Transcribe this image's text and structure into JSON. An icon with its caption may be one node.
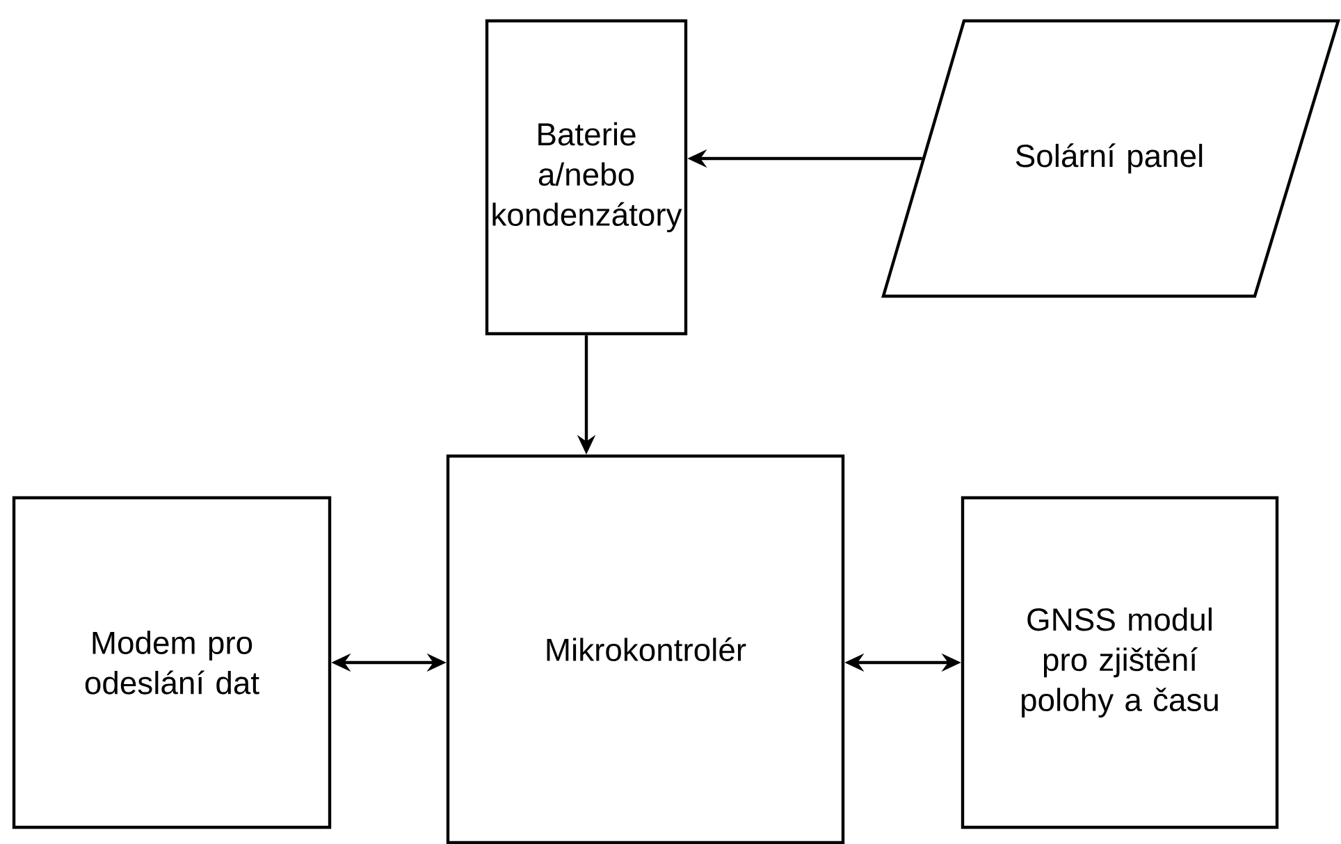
{
  "diagram": {
    "nodes": [
      {
        "text": [
          "Baterie a/nebo kondenzátory"
        ]
      },
      {
        "text": [
          "Solární panel"
        ]
      },
      {
        "text": [
          "Mikrokontrolér"
        ]
      },
      {
        "text": [
          "Modem pro odeslání dat"
        ]
      },
      {
        "text": [
          "GNSS modul pro zjištění polohy a času"
        ]
      }
    ],
    "edges": [
      {
        "from": 1,
        "to": 0,
        "arrow": "to"
      },
      {
        "from": 0,
        "to": 2,
        "arrow": "to"
      },
      {
        "from": 3,
        "to": 2,
        "arrow": "both"
      },
      {
        "from": 2,
        "to": 4,
        "arrow": "both"
      }
    ]
  }
}
